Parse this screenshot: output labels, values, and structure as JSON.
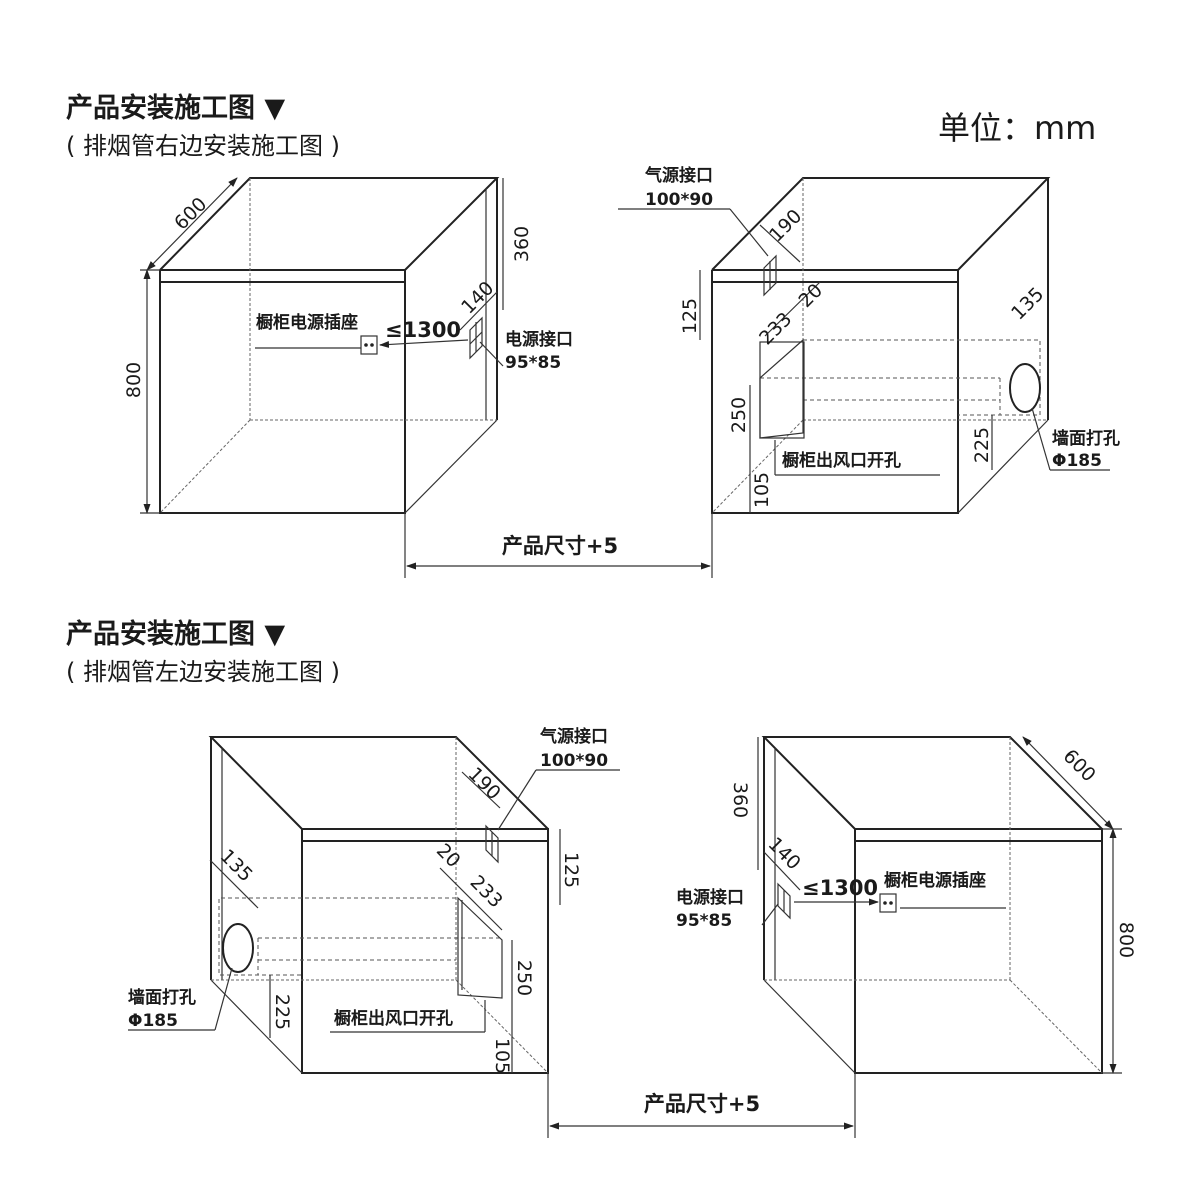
{
  "sections": [
    {
      "title": "产品安装施工图 ▼",
      "subtitle": "( 排烟管右边安装施工图 )"
    },
    {
      "title": "产品安装施工图 ▼",
      "subtitle": "( 排烟管左边安装施工图 )"
    }
  ],
  "unit_label": "单位：mm",
  "labels": {
    "cabinet_socket": "橱柜电源插座",
    "power_port": "电源接口",
    "power_port_size": "95*85",
    "gas_port": "气源接口",
    "gas_port_size": "100*90",
    "outlet_opening": "橱柜出风口开孔",
    "wall_hole": "墙面打孔",
    "wall_hole_size": "Φ185",
    "product_size": "产品尺寸+5",
    "max_distance": "≤1300"
  },
  "dimensions": {
    "depth": "600",
    "height": "800",
    "top_offset": "360",
    "power_offset": "140",
    "gas_offset": "190",
    "gas_height": "125",
    "outlet_top": "20",
    "outlet_depth": "233",
    "outlet_height": "250",
    "outlet_bottom": "105",
    "wall_hole_offset": "135",
    "wall_hole_height": "225"
  }
}
